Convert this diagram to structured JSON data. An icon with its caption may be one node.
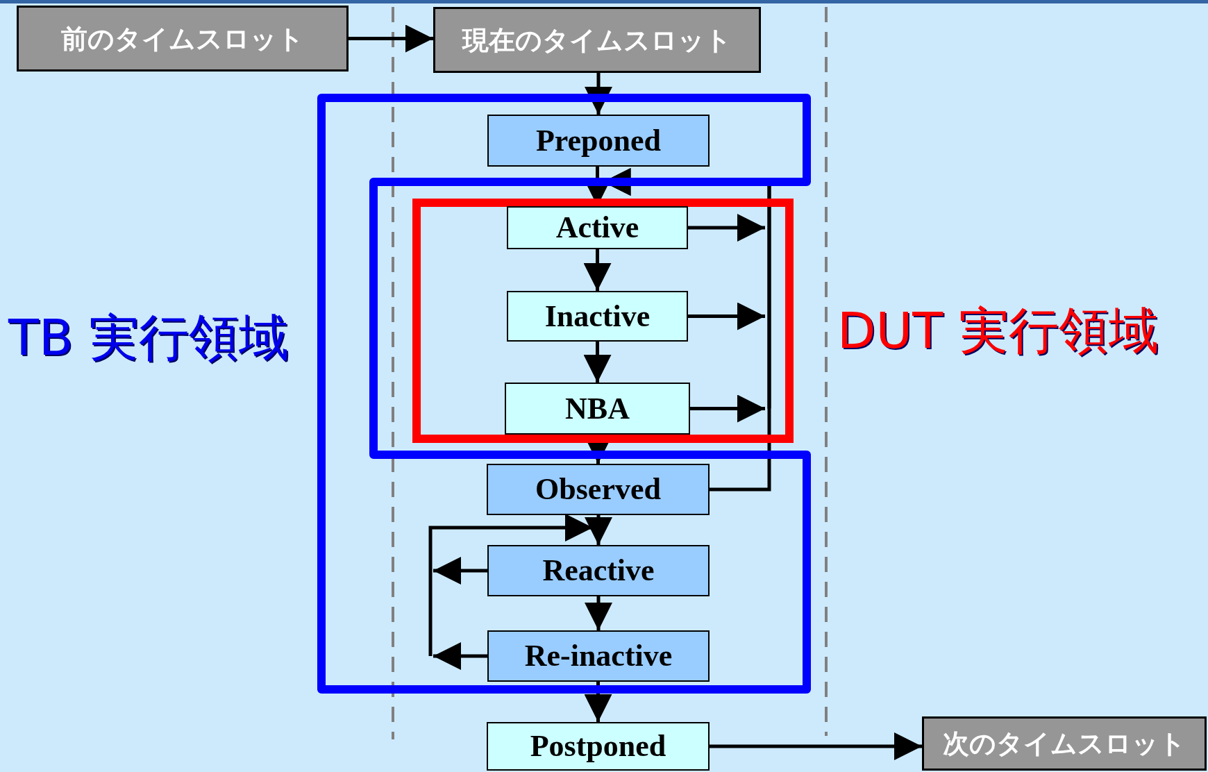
{
  "diagram": {
    "nodes": [
      {
        "text": [
          "前のタイムスロット"
        ]
      },
      {
        "text": [
          "現在のタイムスロット"
        ]
      },
      {
        "text": [],
        "shape": "box",
        "beside": [
          "TB 実行領域"
        ]
      },
      {
        "text": [
          "Preponed"
        ],
        "in": 2
      },
      {
        "text": [],
        "shape": "box",
        "beside": [
          "DUT 実行領域"
        ]
      },
      {
        "text": [
          "Active"
        ],
        "in": 4
      },
      {
        "text": [
          "Inactive"
        ],
        "in": 4
      },
      {
        "text": [
          "NBA"
        ],
        "in": 4
      },
      {
        "text": [
          "Observed"
        ],
        "in": 2
      },
      {
        "text": [
          "Reactive"
        ],
        "in": 2
      },
      {
        "text": [
          "Re-inactive"
        ],
        "in": 2
      },
      {
        "text": [
          "Postponed"
        ]
      },
      {
        "text": [
          "次のタイムスロット"
        ]
      }
    ],
    "edges": [
      {
        "from": 0,
        "to": 1,
        "arrow": "to"
      },
      {
        "from": 1,
        "to": 3,
        "arrow": "to"
      },
      {
        "from": 3,
        "to": 5,
        "arrow": "to"
      },
      {
        "from": 5,
        "to": 6,
        "arrow": "to"
      },
      {
        "from": 6,
        "to": 7,
        "arrow": "to"
      },
      {
        "from": 7,
        "to": 8,
        "arrow": "to"
      },
      {
        "from": 5,
        "to": 5,
        "arrow": "to"
      },
      {
        "from": 6,
        "to": 5,
        "arrow": "to"
      },
      {
        "from": 7,
        "to": 5,
        "arrow": "to"
      },
      {
        "from": 8,
        "to": 5,
        "arrow": "to"
      },
      {
        "from": 8,
        "to": 9,
        "arrow": "to"
      },
      {
        "from": 9,
        "to": 10,
        "arrow": "to"
      },
      {
        "from": 9,
        "to": 9,
        "arrow": "to"
      },
      {
        "from": 10,
        "to": 9,
        "arrow": "to"
      },
      {
        "from": 10,
        "to": 11,
        "arrow": "to"
      },
      {
        "from": 11,
        "to": 12,
        "arrow": "to"
      }
    ]
  }
}
